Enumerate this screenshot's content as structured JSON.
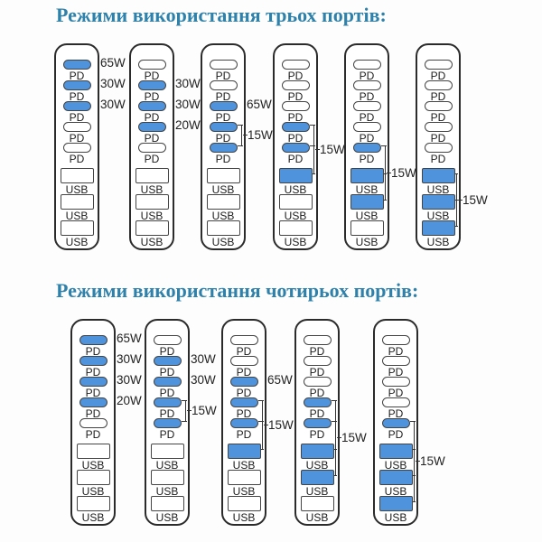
{
  "colors": {
    "title_color": "#2e81aa",
    "port_active": "#4f93dc",
    "port_border": "#444444",
    "charger_border": "#2b2b2b",
    "label_text": "#1b1b1b",
    "watt_text": "#222222",
    "bracket_color": "#333333"
  },
  "labels": {
    "pd": "PD",
    "usb": "USB"
  },
  "sections": [
    {
      "title": "Режими використання трьох портів:",
      "chargers": [
        {
          "pd": [
            true,
            true,
            true,
            false,
            false
          ],
          "usb": [
            false,
            false,
            false
          ],
          "watts": [
            {
              "port": 0,
              "label": "65W"
            },
            {
              "port": 1,
              "label": "30W"
            },
            {
              "port": 2,
              "label": "30W"
            }
          ],
          "bracket": null
        },
        {
          "pd": [
            false,
            true,
            true,
            true,
            false
          ],
          "usb": [
            false,
            false,
            false
          ],
          "watts": [
            {
              "port": 1,
              "label": "30W"
            },
            {
              "port": 2,
              "label": "30W"
            },
            {
              "port": 3,
              "label": "20W"
            }
          ],
          "bracket": null
        },
        {
          "pd": [
            false,
            false,
            true,
            true,
            true
          ],
          "usb": [
            false,
            false,
            false
          ],
          "watts": [
            {
              "port": 2,
              "label": "65W"
            }
          ],
          "bracket": {
            "from": 3,
            "to": 4,
            "label": "15W"
          }
        },
        {
          "pd": [
            false,
            false,
            false,
            true,
            true
          ],
          "usb": [
            true,
            false,
            false
          ],
          "watts": [],
          "bracket": {
            "from": 3,
            "to": 5,
            "label": "15W"
          }
        },
        {
          "pd": [
            false,
            false,
            false,
            false,
            true
          ],
          "usb": [
            true,
            true,
            false
          ],
          "watts": [],
          "bracket": {
            "from": 4,
            "to": 6,
            "label": "15W"
          }
        },
        {
          "pd": [
            false,
            false,
            false,
            false,
            false
          ],
          "usb": [
            true,
            true,
            true
          ],
          "watts": [],
          "bracket": {
            "from": 5,
            "to": 7,
            "label": "15W"
          }
        }
      ]
    },
    {
      "title": "Режими використання чотирьох портів:",
      "chargers": [
        {
          "pd": [
            true,
            true,
            true,
            true,
            false
          ],
          "usb": [
            false,
            false,
            false
          ],
          "watts": [
            {
              "port": 0,
              "label": "65W"
            },
            {
              "port": 1,
              "label": "30W"
            },
            {
              "port": 2,
              "label": "30W"
            },
            {
              "port": 3,
              "label": "20W"
            }
          ],
          "bracket": null
        },
        {
          "pd": [
            false,
            true,
            true,
            true,
            true
          ],
          "usb": [
            false,
            false,
            false
          ],
          "watts": [
            {
              "port": 1,
              "label": "30W"
            },
            {
              "port": 2,
              "label": "30W"
            }
          ],
          "bracket": {
            "from": 3,
            "to": 4,
            "label": "15W"
          }
        },
        {
          "pd": [
            false,
            false,
            true,
            true,
            true
          ],
          "usb": [
            true,
            false,
            false
          ],
          "watts": [
            {
              "port": 2,
              "label": "65W"
            }
          ],
          "bracket": {
            "from": 3,
            "to": 5,
            "label": "15W"
          }
        },
        {
          "pd": [
            false,
            false,
            false,
            true,
            true
          ],
          "usb": [
            true,
            true,
            false
          ],
          "watts": [],
          "bracket": {
            "from": 3,
            "to": 6,
            "label": "15W"
          }
        },
        {
          "pd": [
            false,
            false,
            false,
            false,
            true
          ],
          "usb": [
            true,
            true,
            true
          ],
          "watts": [],
          "bracket": {
            "from": 4,
            "to": 7,
            "label": "15W"
          }
        }
      ]
    }
  ]
}
